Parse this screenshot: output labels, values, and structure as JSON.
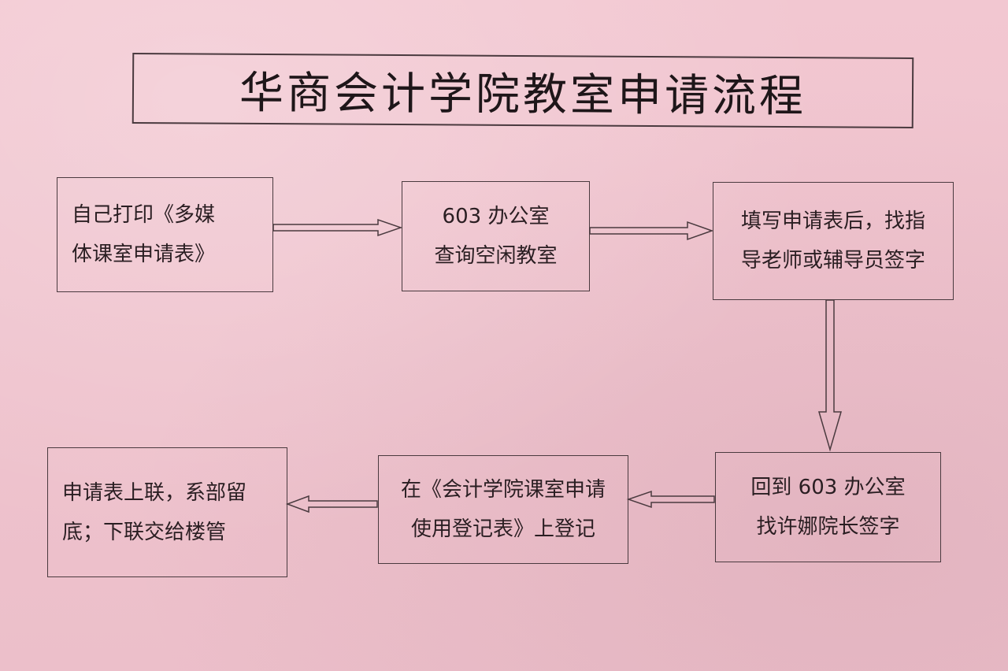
{
  "title": "华商会计学院教室申请流程",
  "steps": [
    {
      "lines": [
        "自己打印《多媒",
        "体课室申请表》"
      ]
    },
    {
      "lines": [
        "603 办公室",
        "查询空闲教室"
      ]
    },
    {
      "lines": [
        "填写申请表后，找指",
        "导老师或辅导员签字"
      ]
    },
    {
      "lines": [
        "回到 603 办公室",
        "找许娜院长签字"
      ]
    },
    {
      "lines": [
        "在《会计学院课室申请",
        "使用登记表》上登记"
      ]
    },
    {
      "lines": [
        "申请表上联，系部留",
        "底；下联交给楼管"
      ]
    }
  ]
}
